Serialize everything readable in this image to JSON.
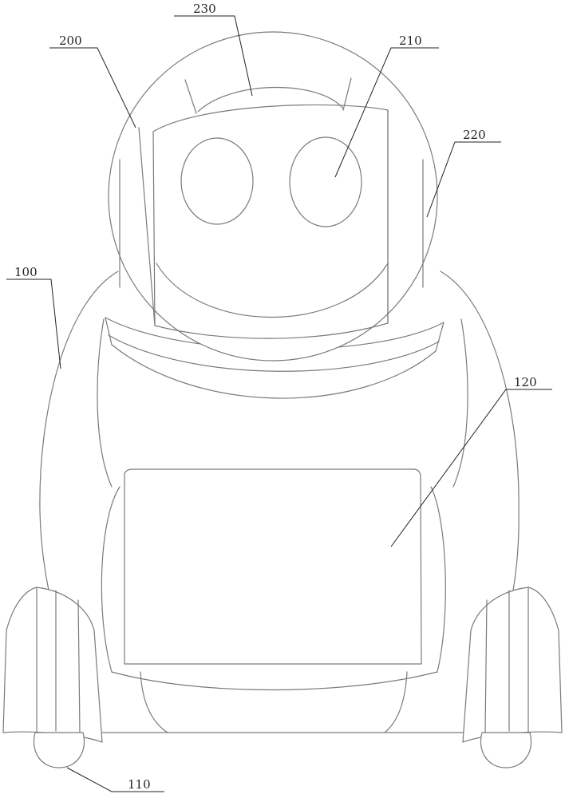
{
  "figure": {
    "labels": {
      "body": "100",
      "wheel": "110",
      "screen": "120",
      "head": "200",
      "eye": "210",
      "ear_band": "220",
      "top_panel": "230"
    }
  }
}
